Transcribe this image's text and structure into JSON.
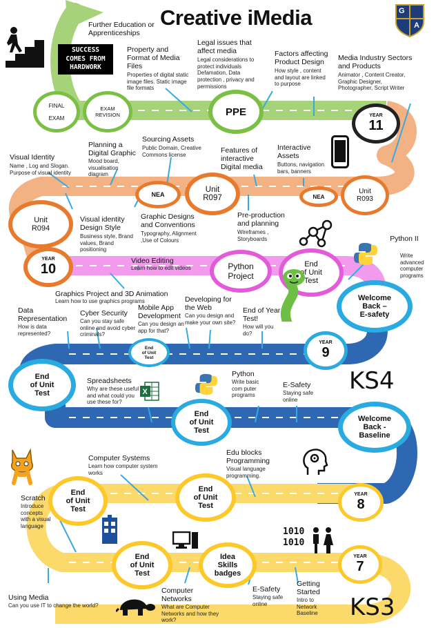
{
  "title": "Creative iMedia",
  "badge": {
    "letters": [
      "G",
      "A"
    ]
  },
  "stairs_sign": "SUCCESS COMES FROM HARDWORK",
  "ks3": "KS3",
  "ks4": "KS4",
  "circles": {
    "final_exam_1": "FINAL",
    "final_exam_2": "EXAM",
    "exam_revision_1": "EXAM",
    "exam_revision_2": "REVISION",
    "ppe": "PPE",
    "year11_label": "YEAR",
    "year11_num": "11",
    "nea_1": "NEA",
    "unit_r097_1": "Unit",
    "unit_r097_2": "R097",
    "nea_2": "NEA",
    "unit_r093_1": "Unit",
    "unit_r093_2": "R093",
    "unit_r094_1": "Unit",
    "unit_r094_2": "R094",
    "year10_label": "YEAR",
    "year10_num": "10",
    "python_project_1": "Python",
    "python_project_2": "Project",
    "end_unit_y10_1": "End",
    "end_unit_y10_2": "of Unit",
    "end_unit_y10_3": "Test",
    "welcome_esafety_1": "Welcome",
    "welcome_esafety_2": "Back –",
    "welcome_esafety_3": "E-safety",
    "end_unit_small_1": "End",
    "end_unit_small_2": "of Unit",
    "end_unit_small_3": "Test",
    "year9_label": "YEAR",
    "year9_num": "9",
    "end_unit_y9a_1": "End",
    "end_unit_y9a_2": "of Unit",
    "end_unit_y9a_3": "Test",
    "end_unit_y9b_1": "End",
    "end_unit_y9b_2": "of Unit",
    "end_unit_y9b_3": "Test",
    "welcome_baseline_1": "Welcome",
    "welcome_baseline_2": "Back -",
    "welcome_baseline_3": "Baseline",
    "end_unit_y8a_1": "End",
    "end_unit_y8a_2": "of Unit",
    "end_unit_y8a_3": "Test",
    "end_unit_y8b_1": "End",
    "end_unit_y8b_2": "of Unit",
    "end_unit_y8b_3": "Test",
    "year8_label": "YEAR",
    "year8_num": "8",
    "end_unit_y7_1": "End",
    "end_unit_y7_2": "of Unit",
    "end_unit_y7_3": "Test",
    "idea_1": "Idea",
    "idea_2": "Skills",
    "idea_3": "badges",
    "year7_label": "YEAR",
    "year7_num": "7"
  },
  "topics": {
    "further_ed": {
      "h": "Further Education or Apprenticeships"
    },
    "property": {
      "h": "Property and Format of Media Files",
      "b": "Properties of digital static image files. Static image file formats"
    },
    "legal": {
      "h": "Legal issues that affect media",
      "b": "Legal considerations to protect individuals Defamation, Data protection , privacy and permissions"
    },
    "factors": {
      "h": "Factors affecting Product Design",
      "b": "How style , content and layout are linked to purpose"
    },
    "industry": {
      "h": "Media Industry Sectors and Products",
      "b": "Animator , Content Creator, Graphic Designer, Photographer, Script Writer"
    },
    "sourcing": {
      "h": "Sourcing Assets",
      "b": "Public Domain, Creative Commons license"
    },
    "planning": {
      "h": "Planning a Digital Graphic",
      "b": "Mood board, visualisation diagram"
    },
    "features": {
      "h": "Features of interactive Digital media"
    },
    "interactive": {
      "h": "Interactive Assets",
      "b": "Buttons, navigation bars, banners"
    },
    "visual_id": {
      "h": "Visual Identity",
      "b": "Name , Log and Slogan. Purpose of visual identity"
    },
    "vid_style": {
      "h": "Visual identity Design Style",
      "b": "Business style, Brand values, Brand positioning"
    },
    "graphic_designs": {
      "h": "Graphic Designs and Conventions",
      "b": "Typography, Alignment ,Use of Colours"
    },
    "preprod": {
      "h": "Pre-production and planning",
      "b": "Wireframes , Storyboards"
    },
    "python2": {
      "h": "Python II",
      "b": "Write advanced computer programs"
    },
    "video": {
      "h": "Video Editing",
      "b": "Learn how to edit videos"
    },
    "graphics3d": {
      "h": "Graphics Project and 3D Animation",
      "b": "Learn how to use graphics programs"
    },
    "data_rep": {
      "h": "Data Representation",
      "b": "How is data represented?"
    },
    "cyber": {
      "h": "Cyber Security",
      "b": "Can you stay safe online and avoid cyber criminals?"
    },
    "mobile": {
      "h": "Mobile App Development",
      "b": "Can you design an app for that?"
    },
    "web": {
      "h": "Developing for the Web",
      "b": "Can you design and make your own site?"
    },
    "eoy": {
      "h": "End of Year Test!",
      "b": "How will you do?"
    },
    "spreadsheets": {
      "h": "Spreadsheets",
      "b": "Why are these useful and what could you use these for?"
    },
    "python_y9": {
      "h": "Python",
      "b": "Write basic com puter programs"
    },
    "esafety_y9": {
      "h": "E-Safety",
      "b": "Staying safe online"
    },
    "comp_systems": {
      "h": "Computer Systems",
      "b": "Learn how computer system works"
    },
    "edu_blocks": {
      "h": "Edu blocks Programming",
      "b": "Visual language programming."
    },
    "scratch": {
      "h": "Scratch",
      "b": "Introduce concepts with a visual language"
    },
    "using_media": {
      "h": "Using Media",
      "b": "Can you use IT to change the world?"
    },
    "comp_networks": {
      "h": "Computer Networks",
      "b": "What are Computer Networks and how they work?"
    },
    "esafety_y7": {
      "h": "E-Safety",
      "b": "Staying safe online"
    },
    "getting_started": {
      "h": "Getting Started",
      "b": "Intro to Network Baseline"
    }
  }
}
